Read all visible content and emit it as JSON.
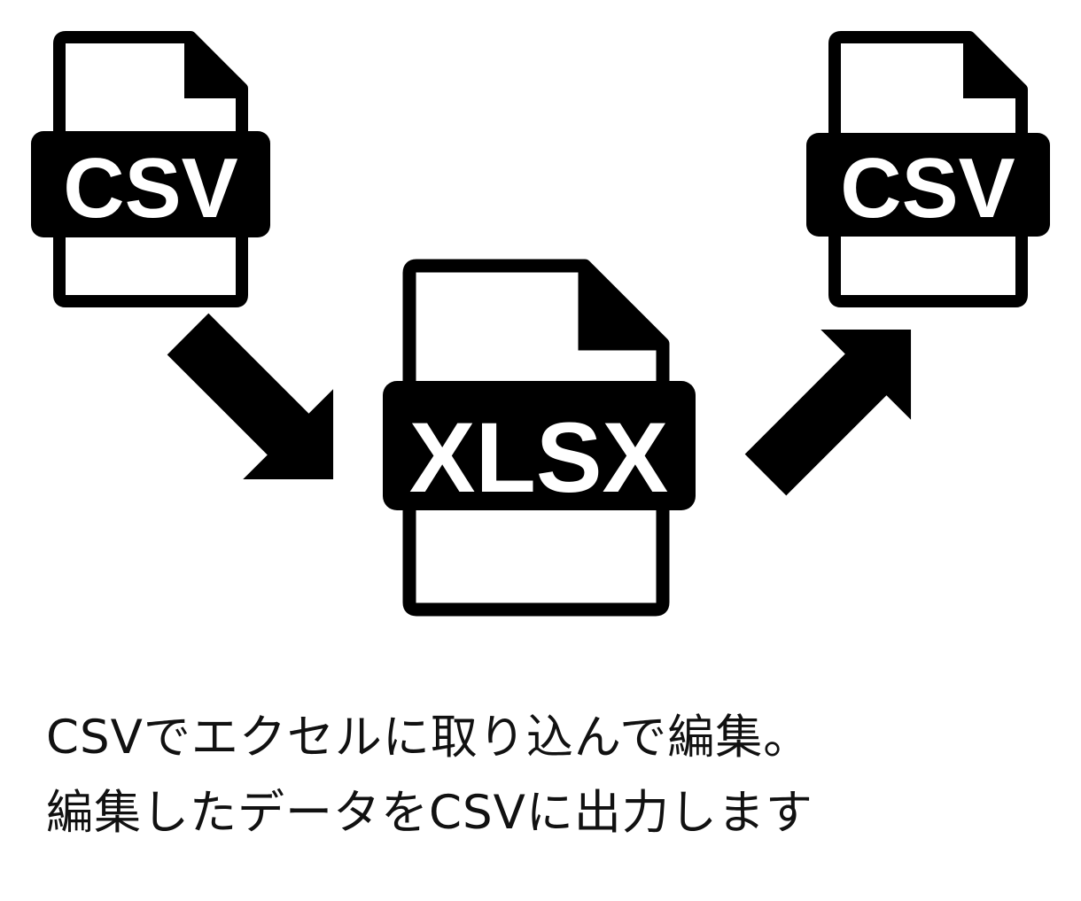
{
  "diagram": {
    "source_file_label": "CSV",
    "middle_file_label": "XLSX",
    "output_file_label": "CSV",
    "caption_line1": "CSVでエクセルに取り込んで編集。",
    "caption_line2": "編集したデータをCSVに出力します"
  },
  "colors": {
    "ink": "#000000",
    "background": "#ffffff"
  }
}
